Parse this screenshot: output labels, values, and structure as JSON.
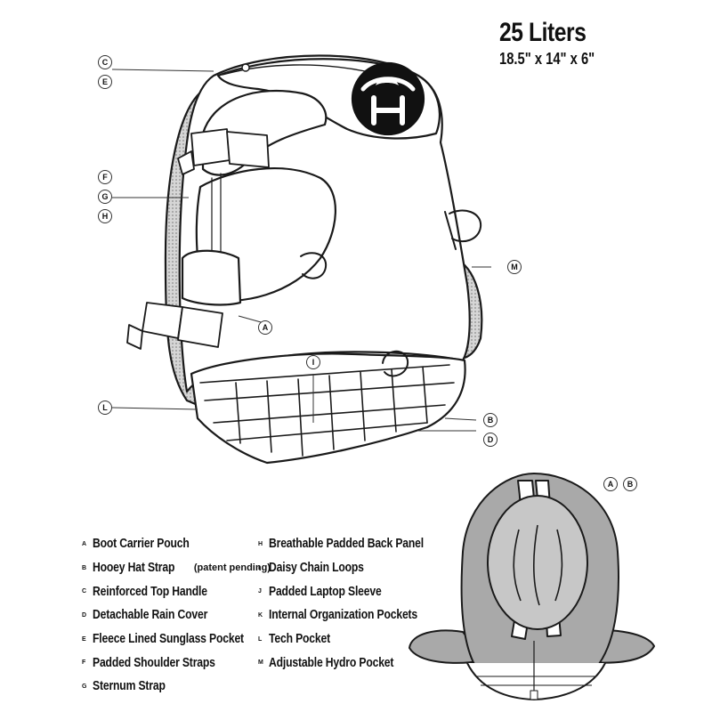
{
  "capacity": {
    "title": "25 Liters",
    "dimensions": "18.5\" x 14\" x 6\""
  },
  "callouts": [
    "C",
    "E",
    "F",
    "G",
    "H",
    "A",
    "M",
    "I",
    "L",
    "B",
    "D",
    "A",
    "B"
  ],
  "legend": {
    "left": [
      {
        "key": "A",
        "label": "Boot Carrier Pouch"
      },
      {
        "key": "B",
        "label": "Hooey Hat Strap",
        "note": "(patent pending)"
      },
      {
        "key": "C",
        "label": "Reinforced Top Handle"
      },
      {
        "key": "D",
        "label": "Detachable Rain Cover"
      },
      {
        "key": "E",
        "label": "Fleece Lined Sunglass Pocket"
      },
      {
        "key": "F",
        "label": "Padded Shoulder Straps"
      },
      {
        "key": "G",
        "label": "Sternum Strap"
      }
    ],
    "right": [
      {
        "key": "H",
        "label": "Breathable Padded Back Panel"
      },
      {
        "key": "I",
        "label": "Daisy Chain Loops"
      },
      {
        "key": "J",
        "label": "Padded Laptop Sleeve"
      },
      {
        "key": "K",
        "label": "Internal Organization Pockets"
      },
      {
        "key": "L",
        "label": "Tech Pocket"
      },
      {
        "key": "M",
        "label": "Adjustable Hydro Pocket"
      }
    ]
  },
  "colors": {
    "line": "#1a1a1a",
    "mesh": "#bdbdbd",
    "panel": "#a9a9a9",
    "logo": "#111111"
  }
}
